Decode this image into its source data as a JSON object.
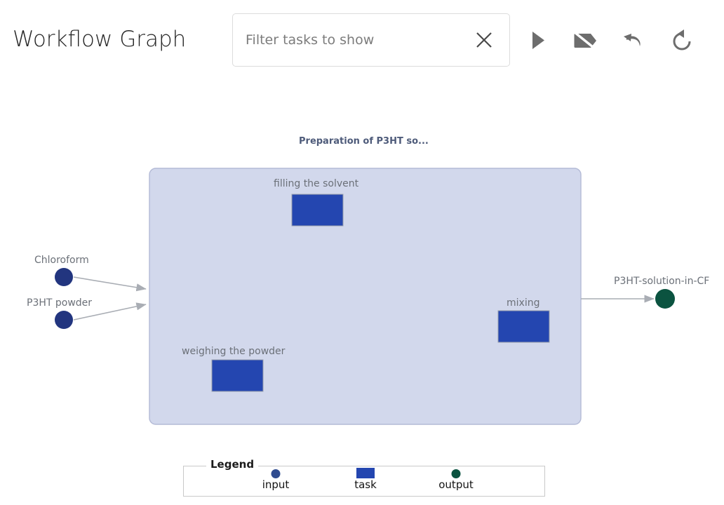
{
  "header": {
    "title": "Workflow Graph",
    "filter": {
      "placeholder": "Filter tasks to show",
      "value": "",
      "clear_icon": "close-x-icon"
    },
    "toolbar": [
      {
        "name": "run-button",
        "icon": "play-triangle-icon",
        "label": "Run"
      },
      {
        "name": "label-off-button",
        "icon": "label-off-icon",
        "label": "Toggle labels"
      },
      {
        "name": "undo-button",
        "icon": "undo-arrow-icon",
        "label": "Undo"
      },
      {
        "name": "reset-button",
        "icon": "rotate-left-icon",
        "label": "Reset"
      }
    ]
  },
  "graph": {
    "cluster": {
      "title": "Preparation of P3HT so...",
      "fill": "#d2d8ec",
      "stroke": "#b3bad6"
    },
    "inputs": [
      {
        "label": "Chloroform",
        "color": "#22357f"
      },
      {
        "label": "P3HT powder",
        "color": "#22357f"
      }
    ],
    "tasks": [
      {
        "label": "filling the solvent",
        "color": "#2446b0"
      },
      {
        "label": "weighing the powder",
        "color": "#2446b0"
      },
      {
        "label": "mixing",
        "color": "#2446b0"
      }
    ],
    "outputs": [
      {
        "label": "P3HT-solution-in-CF",
        "color": "#0b5340"
      }
    ],
    "edge_color": "#a9adb4"
  },
  "legend": {
    "title": "Legend",
    "items": [
      {
        "label": "input",
        "shape": "circle",
        "color": "#2f4b8f"
      },
      {
        "label": "task",
        "shape": "rect",
        "color": "#2446b0"
      },
      {
        "label": "output",
        "shape": "circle",
        "color": "#0b5340"
      }
    ]
  }
}
